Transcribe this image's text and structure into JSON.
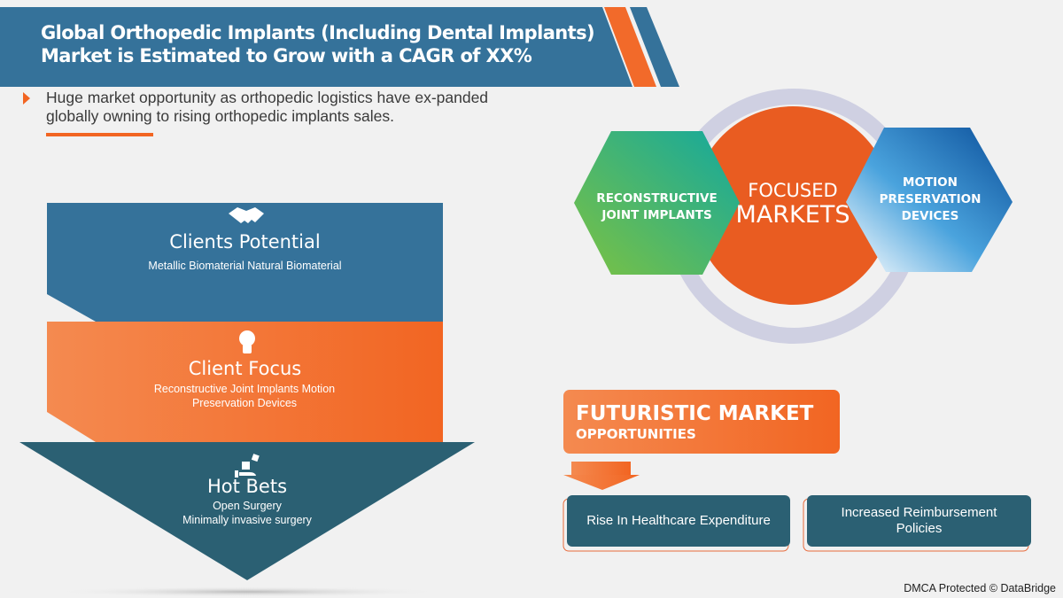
{
  "header": {
    "title_line1": "Global Orthopedic Implants (Including Dental Implants)",
    "title_line2": "Market is Estimated to Grow with a CAGR of XX%",
    "bullet_text": "Huge market opportunity as orthopedic logistics have ex-panded globally owning to rising orthopedic implants sales."
  },
  "funnel": [
    {
      "title": "Clients Potential",
      "subtitle": "Metallic Biomaterial Natural Biomaterial",
      "icon": "handshake-icon"
    },
    {
      "title": "Client Focus",
      "subtitle": "Reconstructive Joint Implants Motion Preservation Devices",
      "icon": "lightbulb-icon"
    },
    {
      "title": "Hot Bets",
      "subtitle_line1": "Open Surgery",
      "subtitle_line2": "Minimally invasive surgery",
      "icon": "hand-dice-icon"
    }
  ],
  "focused_markets": {
    "center_line1": "FOCUSED",
    "center_line2": "MARKETS",
    "left_line1": "RECONSTRUCTIVE",
    "left_line2": "JOINT IMPLANTS",
    "right_line1": "MOTION",
    "right_line2": "PRESERVATION",
    "right_line3": "DEVICES"
  },
  "opportunities": {
    "heading_line1": "FUTURISTIC MARKET",
    "heading_line2": "OPPORTUNITIES",
    "items": [
      "Rise In Healthcare Expenditure",
      "Increased Reimbursement Policies"
    ]
  },
  "footer": {
    "credit": "DMCA Protected © DataBridge"
  },
  "colors": {
    "blue": "#35729a",
    "dark_teal": "#2b6073",
    "orange": "#f0632a",
    "green": "#6cc04a",
    "ring": "#cfd0e2"
  }
}
